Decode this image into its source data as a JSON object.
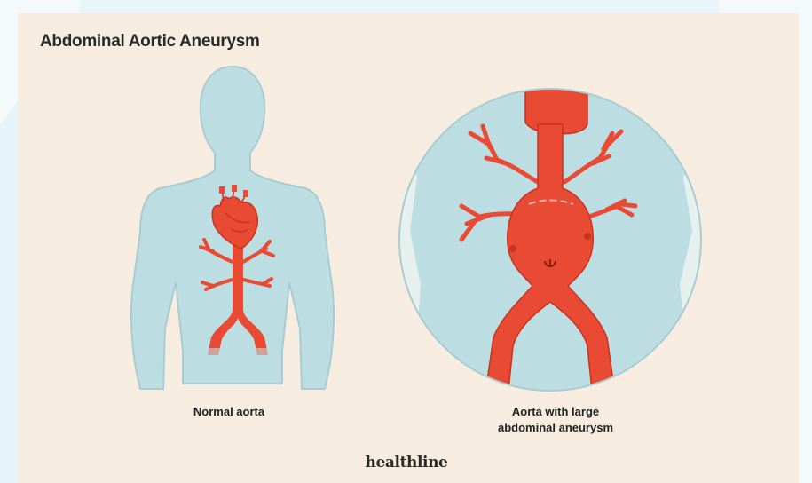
{
  "title": "Abdominal Aortic Aneurysm",
  "labels": {
    "normal": "Normal aorta",
    "aneurysm_line1": "Aorta with large",
    "aneurysm_line2": "abdominal aneurysm"
  },
  "brand": "healthline",
  "colors": {
    "background": "#f6ede0",
    "body": "#bcdde2",
    "body_outline": "#a9ccd2",
    "vessel": "#e84a34",
    "vessel_outline": "#c9331f",
    "outer": "#f3f8fb"
  }
}
